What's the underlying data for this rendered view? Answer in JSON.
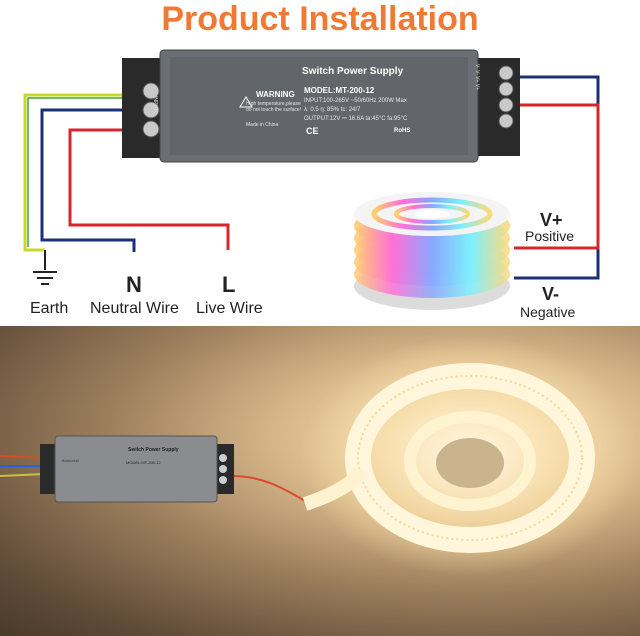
{
  "title": "Product Installation",
  "psu": {
    "name": "Switch Power Supply",
    "warning": "WARNING",
    "warning_text": "High temperature,please do not touch the surface!",
    "model": "MODEL:MT-200-12",
    "input": "INPUT:100-265V ~50/60Hz  200W Max",
    "specs": "λ: 0.5    η: 85%    tc: 24/7",
    "output": "OUTPUT:12V ⎓ 16.6A ta:45°C  fa:95°C",
    "made_in": "Made in China",
    "cert": "CE",
    "rohs": "RoHS",
    "left_terminal": "INPUT",
    "right_terminal": "V- V- V+ V+"
  },
  "labels": {
    "earth": "Earth",
    "neutral_letter": "N",
    "neutral": "Neutral Wire",
    "live_letter": "L",
    "live": "Live Wire",
    "vplus": "V+",
    "positive": "Positive",
    "vminus": "V-",
    "negative": "Negative"
  },
  "photo_psu": {
    "name": "Switch Power Supply",
    "model": "MODEL:MT-200-12",
    "brand": "Ameorkin"
  },
  "colors": {
    "title": "#f07a34",
    "earth_wire": "#c8d82a",
    "neutral_wire": "#1c2f7a",
    "live_wire": "#d6262b",
    "psu_body": "#6b6e72"
  }
}
